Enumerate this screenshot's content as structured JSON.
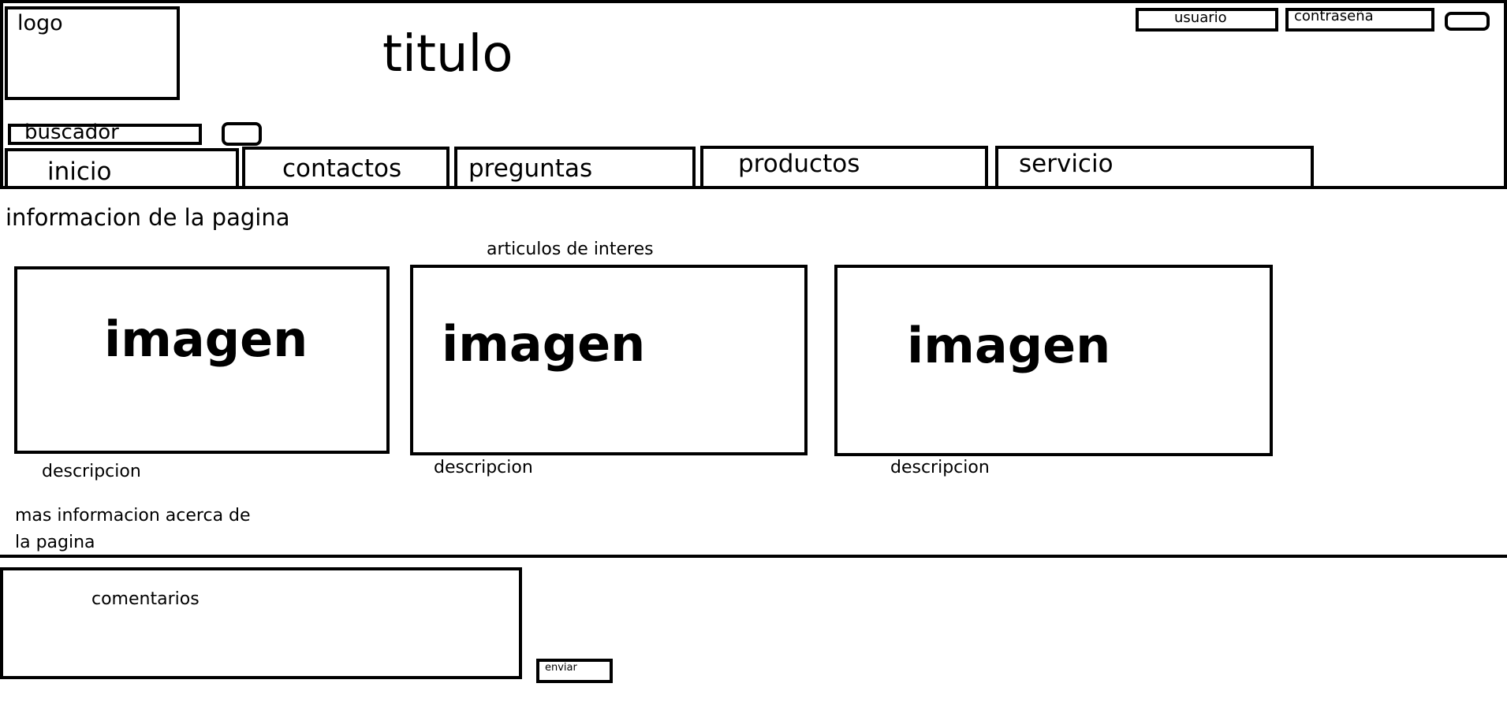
{
  "header": {
    "logo_label": "logo",
    "title": "titulo",
    "login": {
      "username_label": "usuario",
      "password_label": "contraseña"
    },
    "search_label": "buscador"
  },
  "nav": {
    "items": [
      {
        "label": "inicio"
      },
      {
        "label": "contactos"
      },
      {
        "label": "preguntas"
      },
      {
        "label": "productos"
      },
      {
        "label": "servicio"
      }
    ]
  },
  "main": {
    "page_info": "informacion de la pagina",
    "articles_heading": "articulos de interes",
    "articles": [
      {
        "image_label": "imagen",
        "description": "descripcion"
      },
      {
        "image_label": "imagen",
        "description": "descripcion"
      },
      {
        "image_label": "imagen",
        "description": "descripcion"
      }
    ],
    "more_info": "mas informacion acerca de la pagina"
  },
  "comments": {
    "label": "comentarios",
    "send_label": "enviar"
  }
}
